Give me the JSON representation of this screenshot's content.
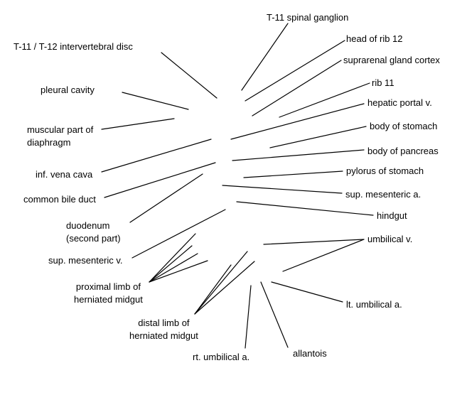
{
  "labels": {
    "t11_spinal_ganglion": "T-11 spinal ganglion",
    "head_of_rib_12": "head of rib 12",
    "t11_t12_disc": "T-11 / T-12 intervertebral disc",
    "suprarenal_gland_cortex": "suprarenal gland cortex",
    "rib_11": "rib 11",
    "pleural_cavity": "pleural cavity",
    "hepatic_portal_v": "hepatic portal v.",
    "muscular_part_of_diaphragm": "muscular part of\ndiaphragm",
    "body_of_stomach": "body of stomach",
    "body_of_pancreas": "body of pancreas",
    "inf_vena_cava": "inf. vena cava",
    "pylorus_of_stomach": "pylorus of stomach",
    "common_bile_duct": "common bile duct",
    "sup_mesenteric_a": "sup. mesenteric a.",
    "hindgut": "hindgut",
    "duodenum": "duodenum\n(second part)",
    "umbilical_v": "umbilical v.",
    "sup_mesenteric_v": "sup. mesenteric v.",
    "proximal_limb": "proximal limb of\nherniated midgut",
    "lt_umbilical_a": "lt. umbilical a.",
    "distal_limb": "distal limb of\nherniated midgut",
    "rt_umbilical_a": "rt. umbilical a.",
    "allantois": "allantois"
  },
  "colors": {
    "line": "#000000",
    "text": "#000000",
    "background": "#ffffff"
  }
}
